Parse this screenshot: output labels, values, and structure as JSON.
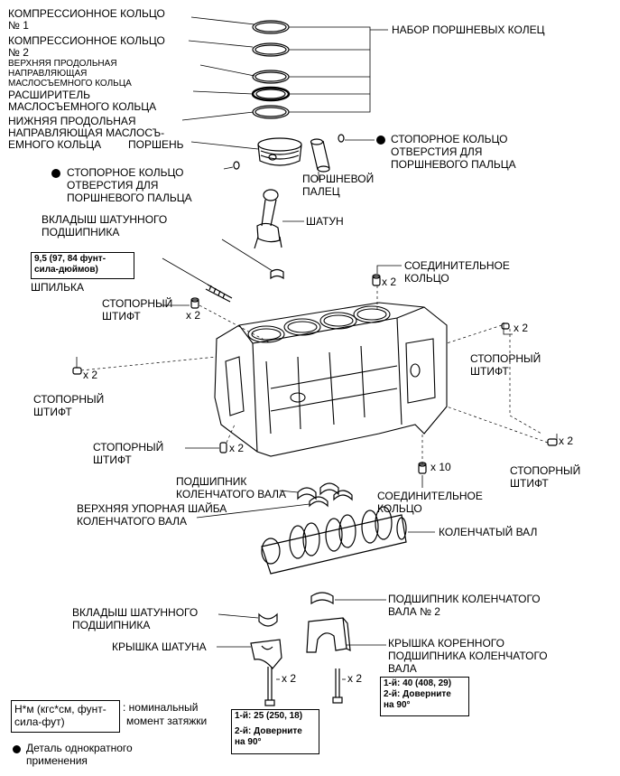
{
  "labels": {
    "comp_ring1": "КОМПРЕССИОННОЕ КОЛЬЦО",
    "comp_ring1_no": "№ 1",
    "comp_ring2": "КОМПРЕССИОННОЕ КОЛЬЦО",
    "comp_ring2_no": "№ 2",
    "upper_rail_1": "ВЕРХНЯЯ ПРОДОЛЬНАЯ",
    "upper_rail_2": "НАПРАВЛЯЮЩАЯ",
    "upper_rail_3": "МАСЛОСЪЕМНОГО КОЛЬЦА",
    "expander_1": "РАСШИРИТЕЛЬ",
    "expander_2": "МАСЛОСЪЕМНОГО КОЛЬЦА",
    "lower_rail_1": "НИЖНЯЯ ПРОДОЛЬНАЯ",
    "lower_rail_2": "НАПРАВЛЯЮЩАЯ МАСЛОСЪ-",
    "lower_rail_3": "ЕМНОГО КОЛЬЦА",
    "piston": "ПОРШЕНЬ",
    "ring_set": "НАБОР ПОРШНЕВЫХ КОЛЕЦ",
    "snap_ring_r_1": "СТОПОРНОЕ КОЛЬЦО",
    "snap_ring_r_2": "ОТВЕРСТИЯ ДЛЯ",
    "snap_ring_r_3": "ПОРШНЕВОГО ПАЛЬЦА",
    "piston_pin_1": "ПОРШНЕВОЙ",
    "piston_pin_2": "ПАЛЕЦ",
    "snap_ring_l_1": "СТОПОРНОЕ КОЛЬЦО",
    "snap_ring_l_2": "ОТВЕРСТИЯ ДЛЯ",
    "snap_ring_l_3": "ПОРШНЕВОГО ПАЛЬЦА",
    "conrod_bearing_top_1": "ВКЛАДЫШ ШАТУННОГО",
    "conrod_bearing_top_2": "ПОДШИПНИКА",
    "conrod": "ШАТУН",
    "torque_stud_1": "9,5 (97, 84 фунт-",
    "torque_stud_2": "сила-дюймов)",
    "stud": "ШПИЛЬКА",
    "ring_pin_top_1": "СОЕДИНИТЕЛЬНОЕ",
    "ring_pin_top_2": "КОЛЬЦО",
    "qty_ring_pin_top": "x 2",
    "dowel1_1": "СТОПОРНЫЙ",
    "dowel1_2": "ШТИФТ",
    "qty_dowel1": "x 2",
    "qty_dowel_right": "x 2",
    "dowel_right_1": "СТОПОРНЫЙ",
    "dowel_right_2": "ШТИФТ",
    "qty_dowel_left": "x 2",
    "dowel_left_1": "СТОПОРНЫЙ",
    "dowel_left_2": "ШТИФТ",
    "dowel_bottom_1": "СТОПОРНЫЙ",
    "dowel_bottom_2": "ШТИФТ",
    "qty_dowel_bottom": "x 2",
    "qty_dowel_far": "x 2",
    "dowel_far_1": "СТОПОРНЫЙ",
    "dowel_far_2": "ШТИФТ",
    "qty_ring_pin_bot": "x 10",
    "ring_pin_bot_1": "СОЕДИНИТЕЛЬНОЕ",
    "ring_pin_bot_2": "КОЛЬЦО",
    "crank_bearing_1": "ПОДШИПНИК",
    "crank_bearing_2": "КОЛЕНЧАТОГО ВАЛА",
    "thrust_washer_1": "ВЕРХНЯЯ УПОРНАЯ ШАЙБА",
    "thrust_washer_2": "КОЛЕНЧАТОГО ВАЛА",
    "crankshaft": "КОЛЕНЧАТЫЙ ВАЛ",
    "crank_bearing2_1": "ПОДШИПНИК КОЛЕНЧАТОГО",
    "crank_bearing2_2": "ВАЛА № 2",
    "conrod_bearing_bot_1": "ВКЛАДЫШ ШАТУННОГО",
    "conrod_bearing_bot_2": "ПОДШИПНИКА",
    "conrod_cap": "КРЫШКА ШАТУНА",
    "main_cap_1": "КРЫШКА КОРЕННОГО",
    "main_cap_2": "ПОДШИПНИКА КОЛЕНЧАТОГО",
    "main_cap_3": "ВАЛА",
    "qty_conrod_bolt": "x 2",
    "qty_main_bolt": "x 2",
    "torque_main_1": "1-й: 40 (408, 29)",
    "torque_main_2": "2-й: Доверните",
    "torque_main_3": "на 90°",
    "torque_conrod_1": "1-й: 25 (250, 18)",
    "torque_conrod_2": "2-й: Доверните",
    "torque_conrod_3": "на 90°",
    "legend_unit_1": "Н*м (кгс*см, фунт-",
    "legend_unit_2": "сила-фут)",
    "legend_torque_1": ": номинальный",
    "legend_torque_2": "момент затяжки",
    "legend_once_1": "Деталь однократного",
    "legend_once_2": "применения"
  }
}
